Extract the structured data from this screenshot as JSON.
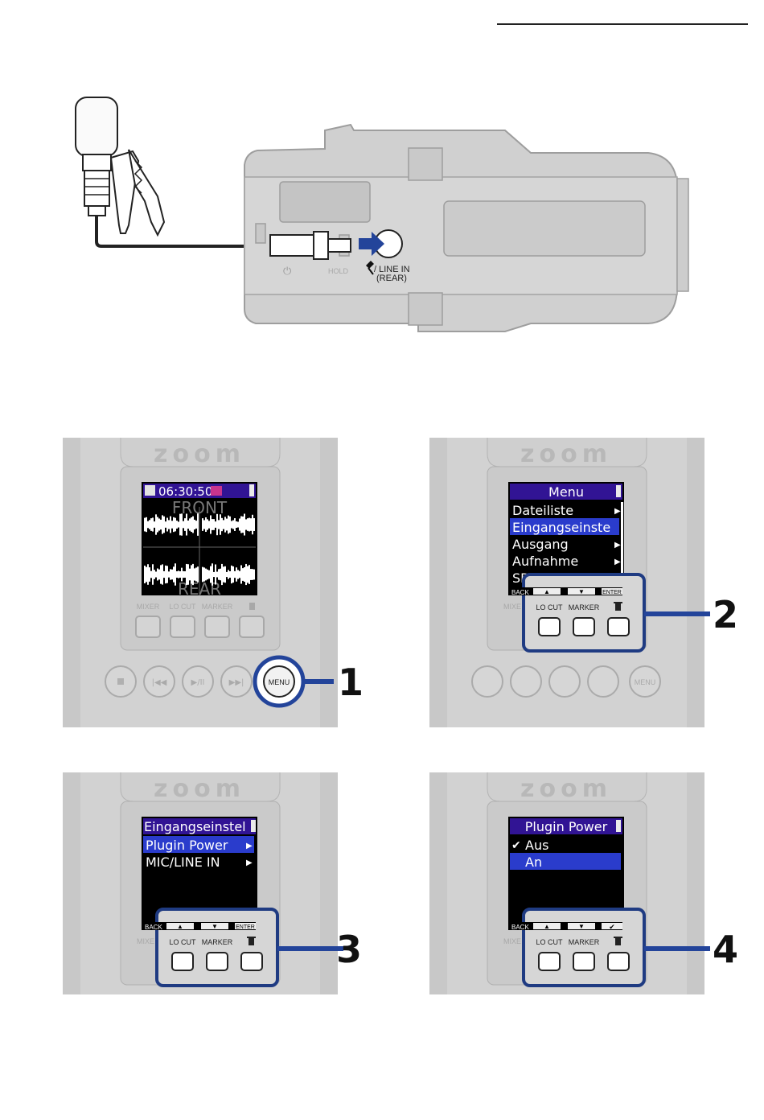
{
  "colors": {
    "accent_blue": "#23449a",
    "body_gray": "#d4d4d4",
    "screen_header": "#311494",
    "screen_highlight": "#2a3ccc",
    "record_icon_red": "#c8358e",
    "callout_frame": "#1f3b82"
  },
  "device_side": {
    "power_label": "⏻",
    "hold_label": "HOLD",
    "jack_label": "/ LINE IN",
    "jack_sub_label": "(REAR)",
    "mic_icon": "microphone-icon"
  },
  "panels": [
    {
      "brand": "zoom",
      "screen": {
        "time": "06:30:50",
        "front_label": "FRONT",
        "rear_label": "REAR"
      },
      "function_labels": [
        "MIXER",
        "LO CUT",
        "MARKER",
        "trash-icon"
      ],
      "transport": [
        "stop-icon",
        "prev-icon",
        "play-pause-icon",
        "next-icon",
        "MENU"
      ],
      "step": "1"
    },
    {
      "brand": "zoom",
      "screen": {
        "title": "Menu",
        "items": [
          "Dateiliste",
          "Eingangseinste",
          "Ausgang",
          "Aufnahme",
          "SD-Karte"
        ],
        "selected_index": 1,
        "softkeys": [
          "BACK",
          "▲",
          "▼",
          "ENTER"
        ]
      },
      "callout_labels": [
        "LO CUT",
        "MARKER",
        "trash-icon"
      ],
      "ghost_label": "MIXE",
      "transport": [
        "stop-icon",
        "prev-icon",
        "play-pause-icon",
        "next-icon",
        "MENU"
      ],
      "step": "2"
    },
    {
      "brand": "zoom",
      "screen": {
        "title": "Eingangseinstel",
        "items": [
          "Plugin Power",
          "MIC/LINE IN"
        ],
        "selected_index": 0,
        "softkeys": [
          "BACK",
          "▲",
          "▼",
          "ENTER"
        ]
      },
      "callout_labels": [
        "LO CUT",
        "MARKER",
        "trash-icon"
      ],
      "ghost_label": "MIXE",
      "step": "3"
    },
    {
      "brand": "zoom",
      "screen": {
        "title": "Plugin Power",
        "items": [
          "Aus",
          "An"
        ],
        "checked_index": 0,
        "selected_index": 1,
        "softkeys": [
          "BACK",
          "▲",
          "▼",
          "✔"
        ]
      },
      "callout_labels": [
        "LO CUT",
        "MARKER",
        "trash-icon"
      ],
      "ghost_label": "MIXE",
      "step": "4"
    }
  ]
}
